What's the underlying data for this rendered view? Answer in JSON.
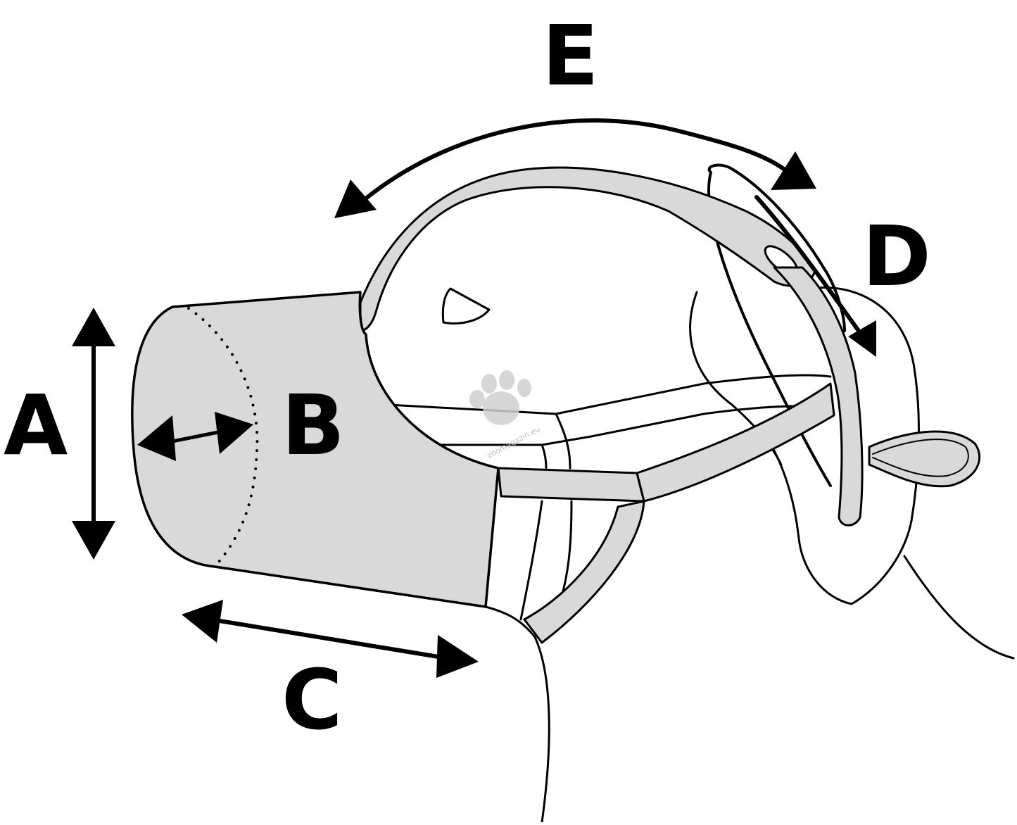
{
  "diagram": {
    "subject": "dog muzzle measurement guide",
    "fill_color": "#d9d9d9",
    "stroke_color": "#000000",
    "background": "#ffffff",
    "labels": {
      "A": "A",
      "B": "B",
      "C": "C",
      "D": "D",
      "E": "E"
    },
    "measurements": [
      {
        "label": "A",
        "meaning": "muzzle height (vertical double arrow at front)"
      },
      {
        "label": "B",
        "meaning": "nose depth (front to dotted circumference line)"
      },
      {
        "label": "C",
        "meaning": "muzzle length (along bottom)"
      },
      {
        "label": "D",
        "meaning": "from eye strap to behind ear"
      },
      {
        "label": "E",
        "meaning": "strap length from nose over forehead to behind ear"
      }
    ],
    "watermark": {
      "text": "zoomagazin.eu",
      "icon": "paw-print-icon",
      "color": "#bdbdbd"
    }
  }
}
